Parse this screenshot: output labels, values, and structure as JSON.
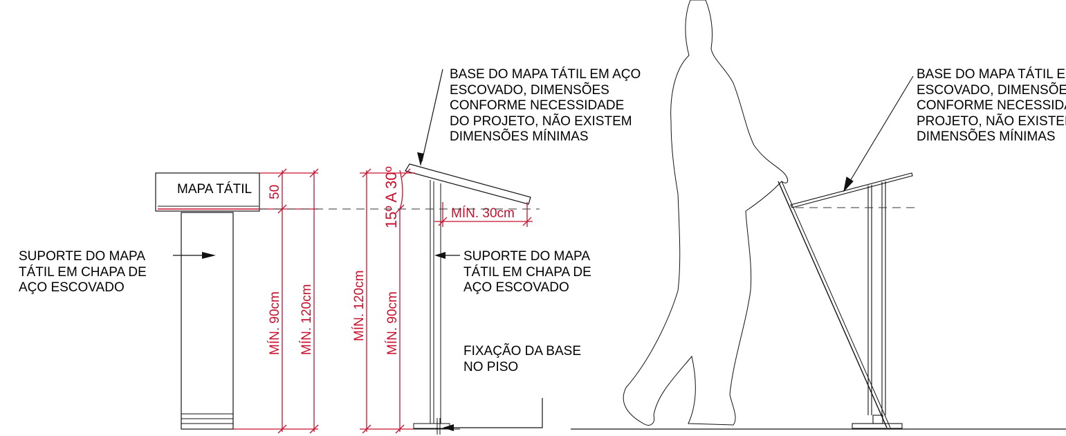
{
  "labels": {
    "mapa_tatil": "MAPA TÁTIL",
    "base_note_1": [
      "BASE DO MAPA TÁTIL EM AÇO",
      "ESCOVADO, DIMENSÕES",
      "CONFORME NECESSIDADE",
      "DO PROJETO, NÃO EXISTEM",
      "DIMENSÕES MÍNIMAS"
    ],
    "base_note_2": [
      "BASE DO MAPA TÁTIL EM AÇO",
      "ESCOVADO, DIMENSÕES",
      "CONFORME NECESSIDADE DO",
      "PROJETO, NÃO EXISTEM",
      "DIMENSÕES MÍNIMAS"
    ],
    "suporte_note_1": [
      "SUPORTE DO MAPA",
      "TÁTIL EM CHAPA DE",
      "AÇO ESCOVADO"
    ],
    "suporte_note_2": [
      "SUPORTE DO MAPA",
      "TÁTIL EM CHAPA DE",
      "AÇO ESCOVADO"
    ],
    "fixacao_note": [
      "FIXAÇÃO DA BASE",
      "NO PISO"
    ]
  },
  "dimensions": {
    "d_50": "50",
    "d_min90_front": "MÍN. 90cm",
    "d_min120_front": "MÍN. 120cm",
    "d_min120_side": "MÍN. 120cm",
    "d_min90_side": "MÍN. 90cm",
    "angle": "15º A 30º",
    "d_min30": "MÍN. 30cm"
  },
  "colors": {
    "dimension": "#c8102e",
    "ink": "#111111"
  }
}
